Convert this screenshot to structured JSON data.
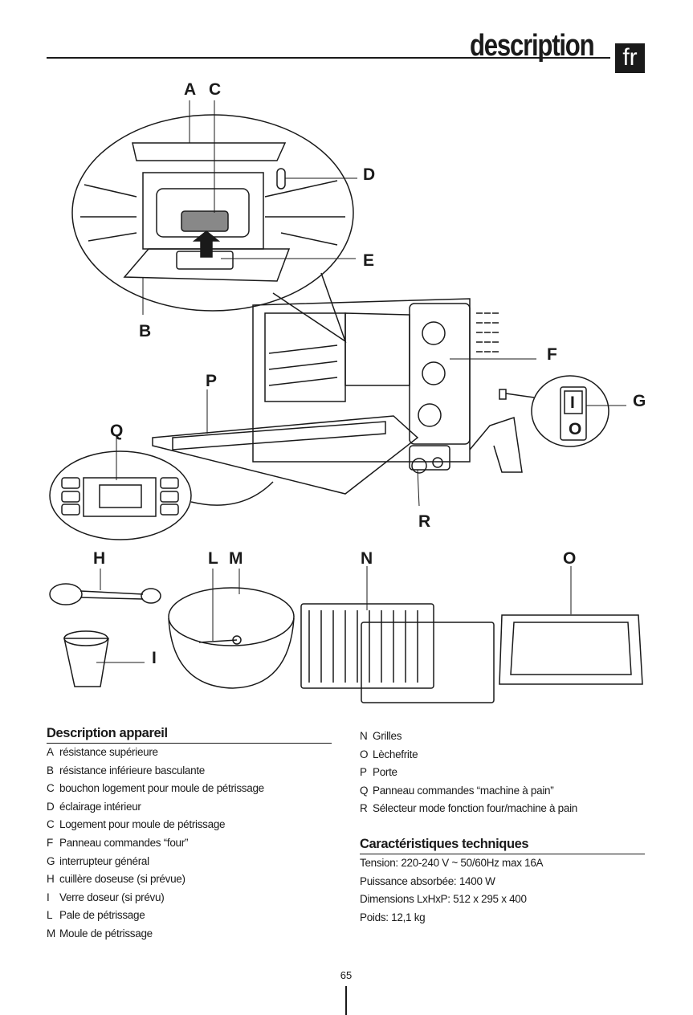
{
  "header": {
    "title": "description",
    "lang": "fr"
  },
  "diagram_labels": {
    "A": "A",
    "C": "C",
    "D": "D",
    "E": "E",
    "B": "B",
    "P": "P",
    "F": "F",
    "G": "G",
    "Q": "Q",
    "R": "R",
    "H": "H",
    "L": "L",
    "M": "M",
    "N": "N",
    "O": "O",
    "I": "I",
    "switch_on": "I",
    "switch_off": "O"
  },
  "description": {
    "heading": "Description appareil",
    "items": [
      {
        "key": "A",
        "text": "résistance supérieure"
      },
      {
        "key": "B",
        "text": "résistance inférieure basculante"
      },
      {
        "key": "C",
        "text": "bouchon logement pour moule de pétrissage"
      },
      {
        "key": "D",
        "text": "éclairage intérieur"
      },
      {
        "key": "C",
        "text": "Logement pour moule de pétrissage"
      },
      {
        "key": "F",
        "text": "Panneau commandes “four”"
      },
      {
        "key": "G",
        "text": "interrupteur général"
      },
      {
        "key": "H",
        "text": "cuillère doseuse (si prévue)"
      },
      {
        "key": "I",
        "text": "Verre doseur (si prévu)"
      },
      {
        "key": "L",
        "text": "Pale de pétrissage"
      },
      {
        "key": "M",
        "text": "Moule de pétrissage"
      }
    ],
    "items2": [
      {
        "key": "N",
        "text": "Grilles"
      },
      {
        "key": "O",
        "text": "Lèchefrite"
      },
      {
        "key": "P",
        "text": "Porte"
      },
      {
        "key": "Q",
        "text": "Panneau commandes “machine à pain”"
      },
      {
        "key": "R",
        "text": "Sélecteur mode fonction four/machine à pain"
      }
    ]
  },
  "specs": {
    "heading": "Caractéristiques techniques",
    "lines": [
      "Tension:  220-240 V ~ 50/60Hz max 16A",
      "Puissance absorbée:   1400 W",
      "Dimensions  LxHxP:  512 x 295 x 400",
      "Poids:  12,1 kg"
    ]
  },
  "footer": {
    "page_number": "65"
  }
}
